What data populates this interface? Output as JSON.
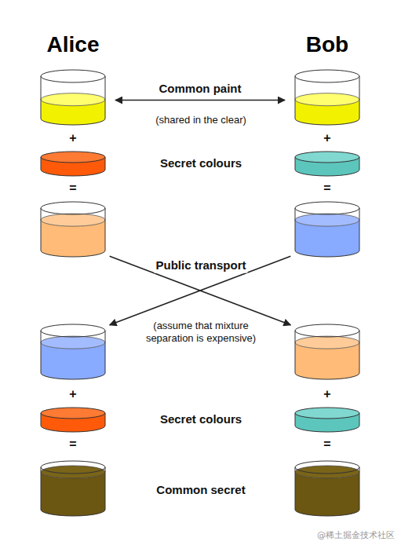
{
  "diagram": {
    "nodes": [
      {
        "text": [
          "Alice"
        ]
      },
      {
        "text": [
          "Bob"
        ]
      },
      {
        "text": []
      },
      {
        "text": []
      },
      {
        "text": []
      },
      {
        "text": []
      }
    ],
    "edges": [
      {
        "from": 0,
        "to": 1,
        "arrow": "both",
        "label": "Common paint"
      },
      {
        "from": 2,
        "to": 5,
        "arrow": "to"
      },
      {
        "from": 3,
        "to": 4,
        "arrow": "to"
      }
    ],
    "labels": [
      "(shared in the clear)",
      "+",
      "+",
      "Secret colours",
      "=",
      "=",
      "Public transport",
      "(assume that mixture separation is expensive)",
      "+",
      "+",
      "Secret colours",
      "=",
      "=",
      "Common secret",
      "@稀土掘金技术社区"
    ]
  }
}
